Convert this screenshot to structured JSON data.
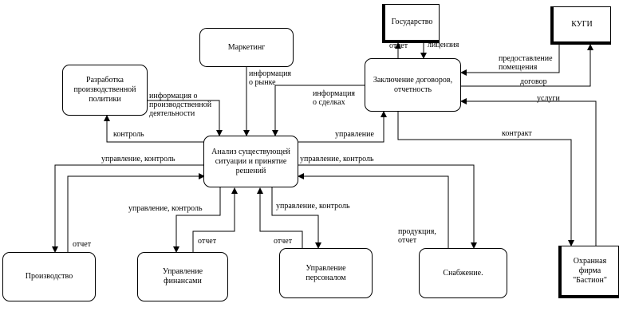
{
  "nodes": {
    "marketing": "Маркетинг",
    "policy": "Разработка\nпроизводственной\nполитики",
    "contracts": "Заключение договоров,\nотчетность",
    "analysis": "Анализ существующей\nситуации и принятие\nрешений",
    "production": "Производство",
    "finance": "Управление\nфинансами",
    "personnel": "Управление\nперсоналом",
    "supply": "Снабжение."
  },
  "externals": {
    "state": "Государство",
    "kugi": "КУГИ",
    "security": "Охранная\nфирма\n\"Бастион\""
  },
  "labels": {
    "market_info": "информация\nо рынке",
    "prod_info": "информация о\nпроизводственной\nдеятельности",
    "deal_info": "информация\nо сделках",
    "report_state": "отчет",
    "license": "лицензия",
    "premises": "предоставление\nпомещения",
    "contract_kugi": "договор",
    "services": "услуги",
    "contract_security": "контракт",
    "control": "контроль",
    "management": "управление",
    "mgmt_ctrl_left": "управление, контроль",
    "mgmt_ctrl_right": "управление, контроль",
    "mgmt_ctrl_fin": "управление, контроль",
    "mgmt_ctrl_pers": "управление, контроль",
    "report_prod": "отчет",
    "report_fin": "отчет",
    "report_pers": "отчет",
    "supply_report": "продукция,\nотчет"
  }
}
